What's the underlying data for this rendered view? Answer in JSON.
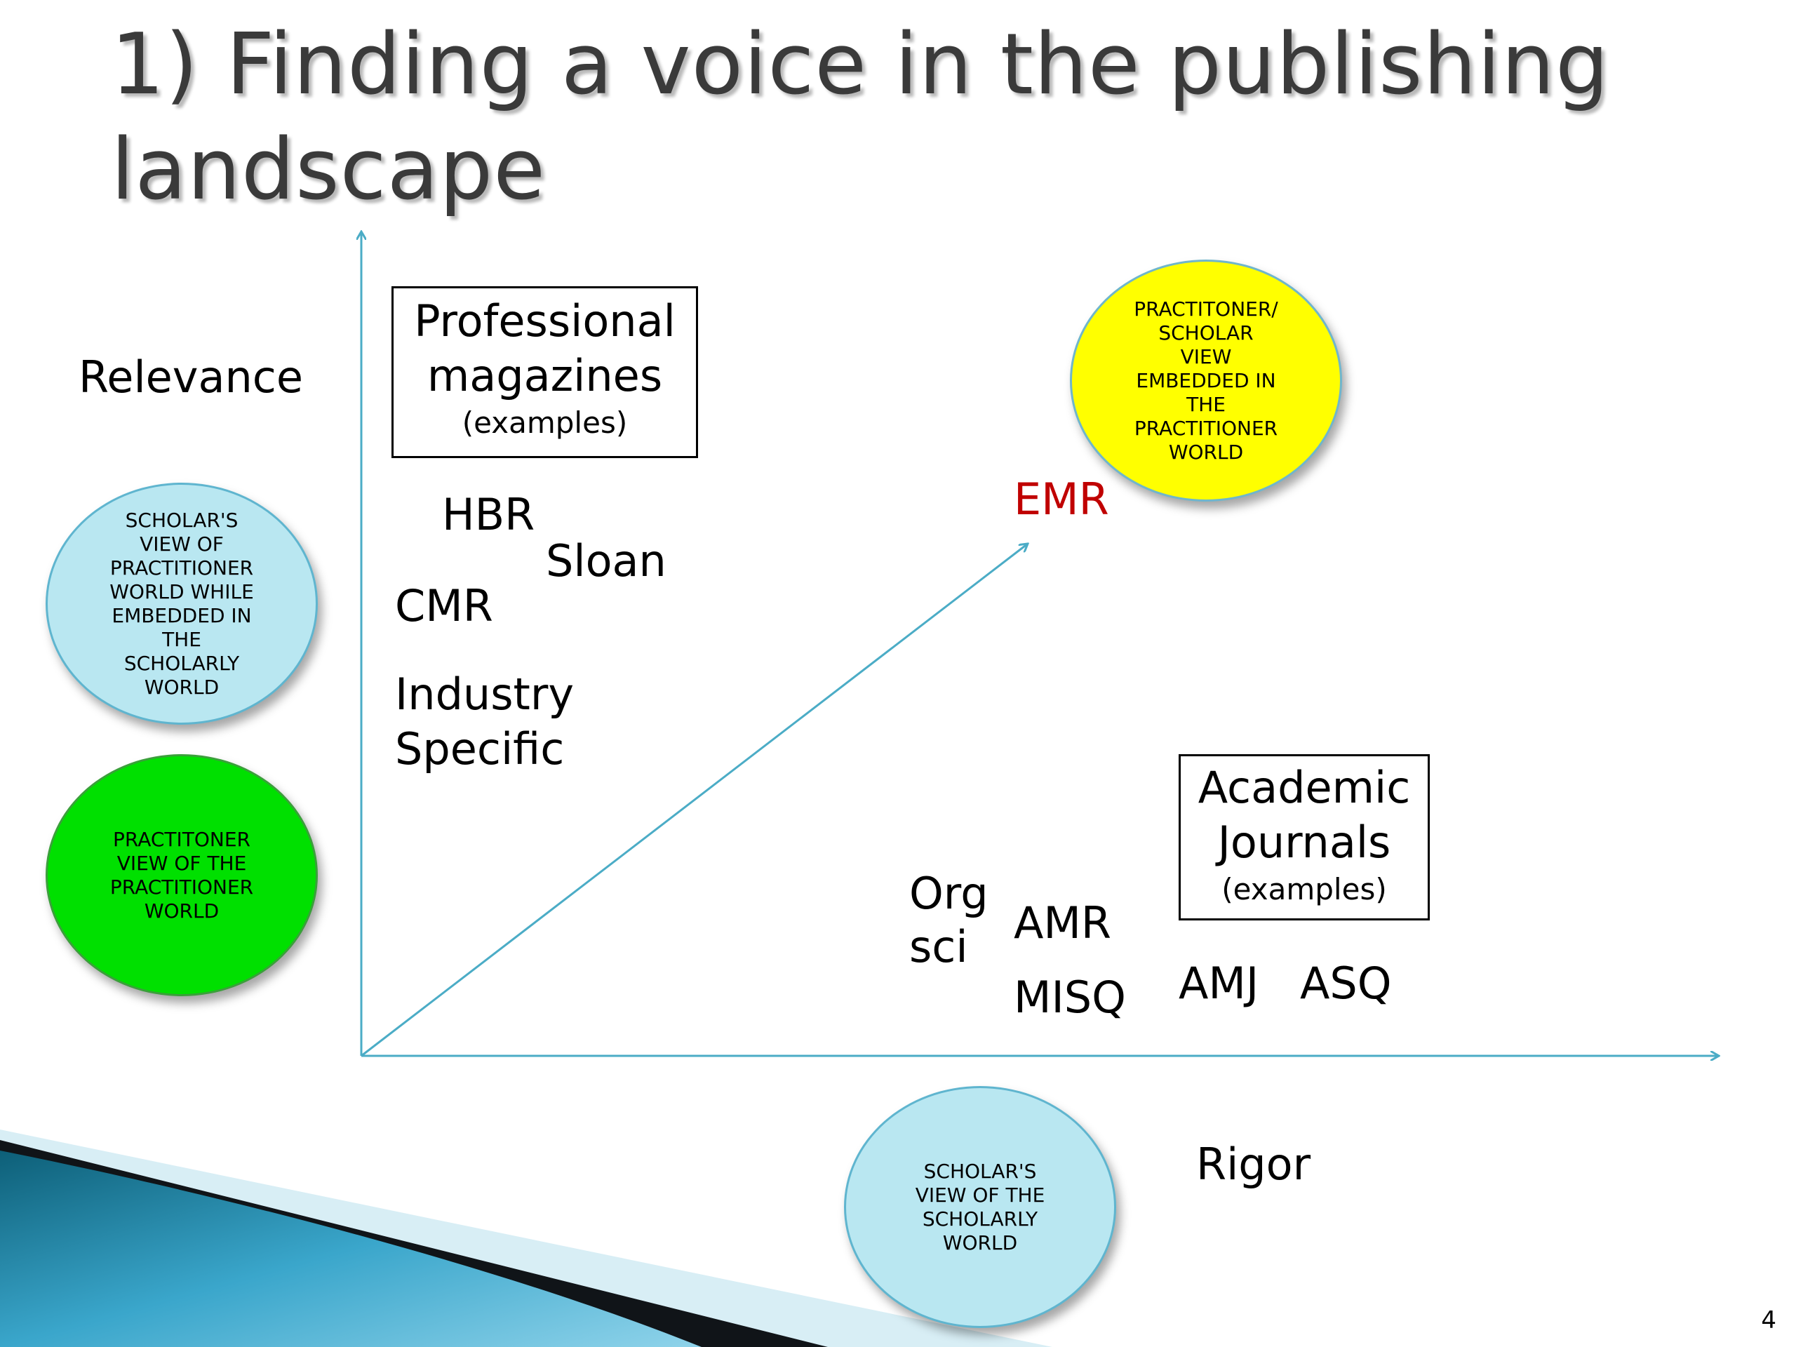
{
  "title_lines": [
    "1) Finding a voice in the publishing",
    "landscape"
  ],
  "axis_labels": {
    "y": "Relevance",
    "x": "Rigor"
  },
  "professional_box": {
    "heading_line1": "Professional",
    "heading_line2": "magazines",
    "subtitle": "(examples)"
  },
  "academic_box": {
    "heading_line1": "Academic",
    "heading_line2": "Journals",
    "subtitle": "(examples)"
  },
  "professional_items": {
    "hbr": "HBR",
    "sloan": "Sloan",
    "cmr": "CMR",
    "industry_line1": "Industry",
    "industry_line2": "Specific"
  },
  "academic_items": {
    "org_line1": "Org",
    "org_line2": "sci",
    "amr": "AMR",
    "misq": "MISQ",
    "amj": "AMJ",
    "asq": "ASQ"
  },
  "emr": "EMR",
  "circles": {
    "scholar_practitioner": "SCHOLAR'S\nVIEW OF\nPRACTITIONER\nWORLD WHILE\nEMBEDDED IN\nTHE\nSCHOLARLY\nWORLD",
    "practitioner": "PRACTITONER\nVIEW OF THE\nPRACTITIONER\nWORLD",
    "practitioner_scholar": "PRACTITONER/\nSCHOLAR\nVIEW\nEMBEDDED IN\nTHE\nPRACTITIONER\nWORLD",
    "scholar_scholarly": "SCHOLAR'S\nVIEW OF THE\nSCHOLARLY\nWORLD"
  },
  "page_number": "4",
  "colors": {
    "axis": "#4bacc6",
    "emr": "#c00000",
    "title": "#3a3a3a",
    "circle_blue": "#b9e7f1",
    "circle_green": "#00e000",
    "circle_yellow": "#ffff00"
  }
}
